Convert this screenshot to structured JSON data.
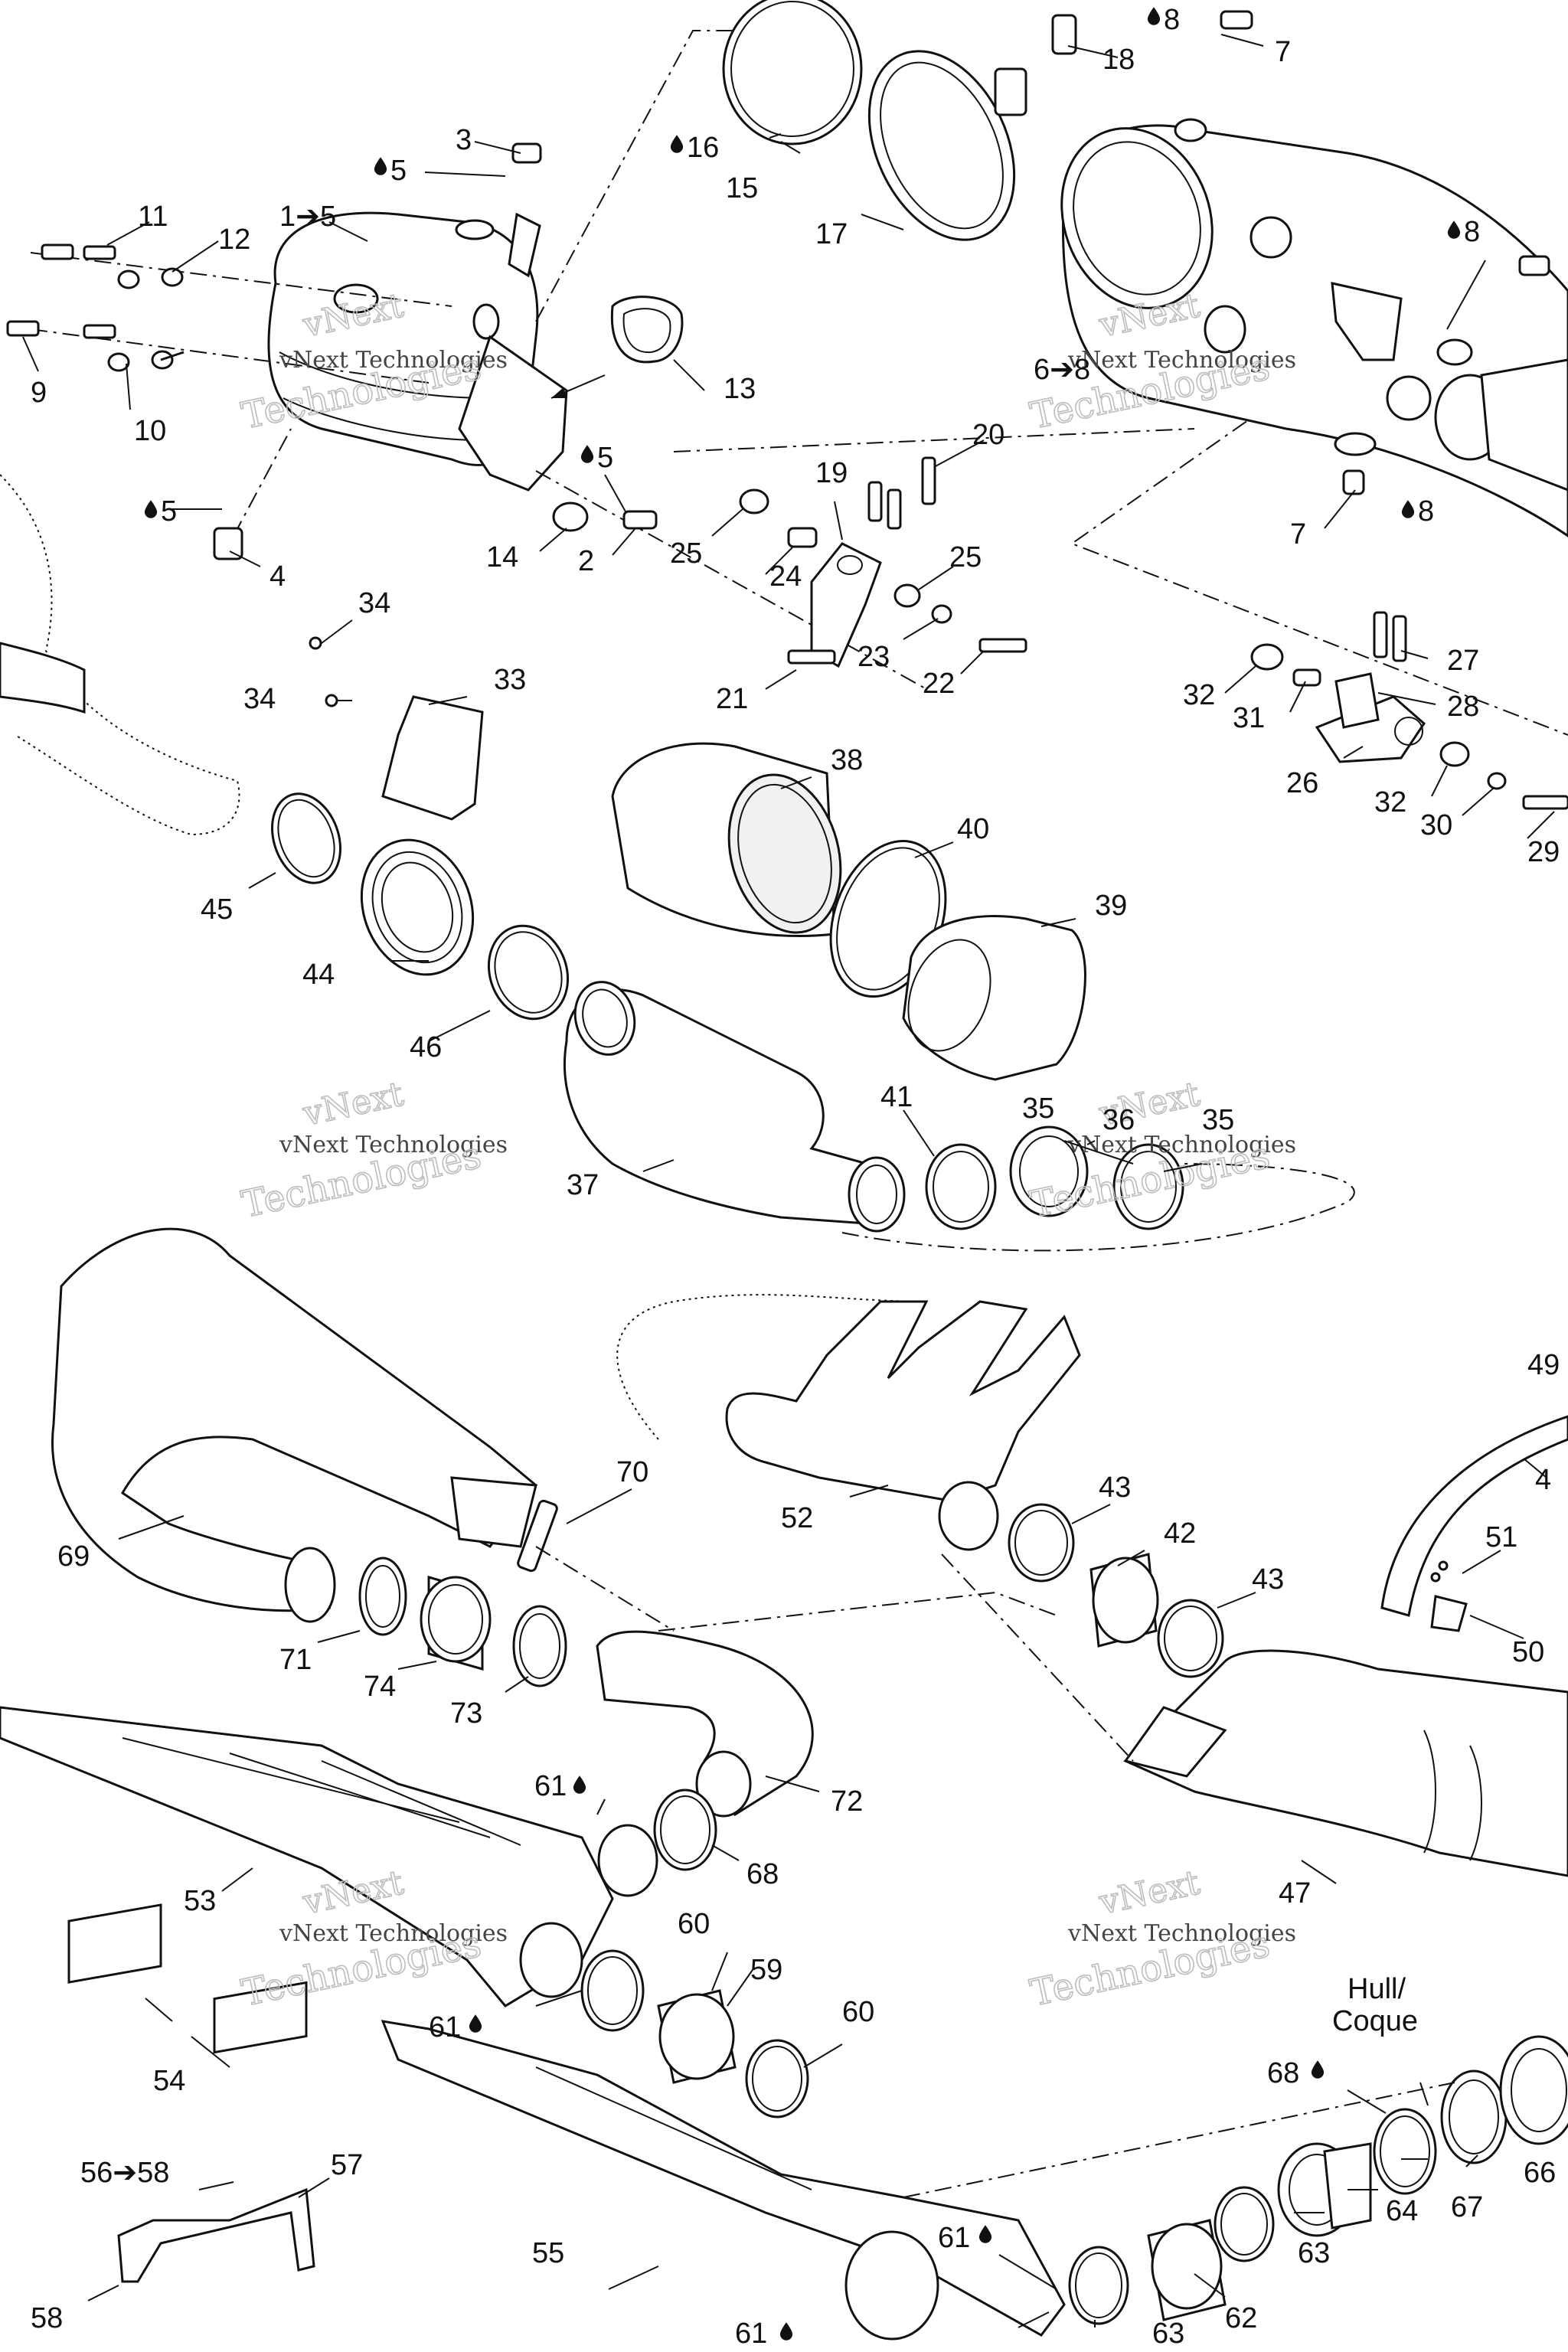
{
  "watermark": {
    "line1": "vNext",
    "line2": "vNext Technologies",
    "line3": "Technologies"
  },
  "callouts": {
    "c1to5": "1➔5",
    "c2": "2",
    "c3": "3",
    "c4": "4",
    "c5a": "5",
    "c5b": "5",
    "c5c": "5",
    "c6to8": "6➔8",
    "c7a": "7",
    "c7b": "7",
    "c8a": "8",
    "c8b": "8",
    "c8c": "8",
    "c9": "9",
    "c10": "10",
    "c11": "11",
    "c12": "12",
    "c13": "13",
    "c14": "14",
    "c15": "15",
    "c16": "16",
    "c17": "17",
    "c18": "18",
    "c19": "19",
    "c20": "20",
    "c21": "21",
    "c22": "22",
    "c23": "23",
    "c24": "24",
    "c25a": "25",
    "c25b": "25",
    "c26": "26",
    "c27": "27",
    "c28": "28",
    "c29": "29",
    "c30": "30",
    "c31": "31",
    "c32a": "32",
    "c32b": "32",
    "c33": "33",
    "c34a": "34",
    "c34b": "34",
    "c35a": "35",
    "c35b": "35",
    "c36": "36",
    "c37": "37",
    "c38": "38",
    "c39": "39",
    "c40": "40",
    "c41": "41",
    "c42": "42",
    "c43a": "43",
    "c43b": "43",
    "c44": "44",
    "c45": "45",
    "c46": "46",
    "c47": "47",
    "c48": "4",
    "c49": "49",
    "c50": "50",
    "c51": "51",
    "c52": "52",
    "c53": "53",
    "c54": "54",
    "c55": "55",
    "c56to58": "56➔58",
    "c57": "57",
    "c58": "58",
    "c59": "59",
    "c60a": "60",
    "c60b": "60",
    "c61a": "61",
    "c61b": "61",
    "c61c": "61",
    "c61d": "61",
    "c62": "62",
    "c63a": "63",
    "c63b": "63",
    "c64": "64",
    "c66": "66",
    "c67": "67",
    "c68a": "68",
    "c68b": "68",
    "c69": "69",
    "c70": "70",
    "c71": "71",
    "c72": "72",
    "c73": "73",
    "c74": "74",
    "hull1": "Hull/",
    "hull2": "Coque"
  },
  "icons": {
    "sealant": "oil-drop-icon",
    "arrow": "right-arrow-glyph"
  }
}
